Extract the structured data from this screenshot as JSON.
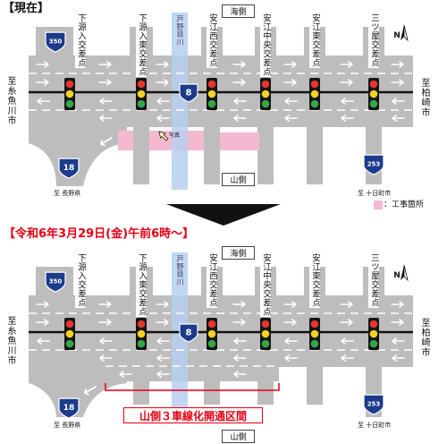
{
  "current_title": "【現在】",
  "future_title": "【令和6年3月29日(金)午前6時～】",
  "opened_section_label": "山側３車線化開通区間",
  "legend": {
    "label": "：工事箇所",
    "swatch_color": "#f4b8d1"
  },
  "colors": {
    "road": "#bdbdbd",
    "river": "#b7cef0",
    "construction": "#f4b8d1",
    "accent_red": "#e60012",
    "route_shield": "#1d3b8b",
    "signal_red": "#e53530",
    "signal_yellow": "#f3d31c",
    "signal_green": "#36a54a",
    "center_line": "#111111",
    "lane_marking": "#ffffff"
  },
  "diagrams": [
    {
      "sea_side": "海側",
      "mountain_side": "山側",
      "intersections": [
        "下源入交差点",
        "下源入東交差点",
        "安江西交差点",
        "安江中央交差点",
        "安江東交差点",
        "三ツ屋交差点"
      ],
      "river": "戸野目川",
      "west_destination": "至糸魚川市",
      "east_destination": "至柏崎市",
      "south_destination_left": "至 長野県",
      "south_destination_right": "至 十日町市",
      "routes": {
        "north_west": "350",
        "main": "8",
        "south_west": "18",
        "south_east": "253"
      },
      "north_label": "N",
      "photo_label": "写真"
    },
    {
      "sea_side": "海側",
      "mountain_side": "山側",
      "intersections": [
        "下源入交差点",
        "下源入東交差点",
        "安江西交差点",
        "安江中央交差点",
        "安江東交差点",
        "三ツ屋交差点"
      ],
      "river": "戸野目川",
      "west_destination": "至糸魚川市",
      "east_destination": "至柏崎市",
      "south_destination_left": "至 長野県",
      "south_destination_right": "至 十日町市",
      "routes": {
        "north_west": "350",
        "main": "8",
        "south_west": "18",
        "south_east": "253"
      },
      "north_label": "N"
    }
  ]
}
